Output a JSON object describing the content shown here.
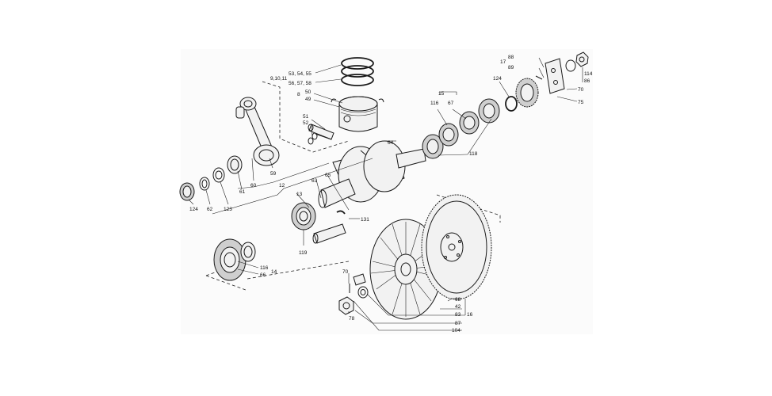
{
  "labels": {
    "l53": "53, 54, 55",
    "l910": "9,10,11",
    "l56": "56, 57, 58",
    "l8": "8",
    "l50": "50",
    "l49": "49",
    "l51": "51",
    "l52": "52",
    "l15": "15",
    "l116a": "116",
    "l67": "67",
    "l118": "118",
    "l124a": "124",
    "l17": "17",
    "l88": "88",
    "l89": "89",
    "l114": "114",
    "l86": "86",
    "l70a": "70",
    "l75": "75",
    "l64": "64",
    "l59": "59",
    "l60": "60",
    "l61": "61",
    "l12": "12",
    "l13": "13",
    "l63": "63",
    "l65": "65",
    "l131": "131",
    "l119": "119",
    "l124b": "124",
    "l62": "62",
    "l123": "123",
    "l116b": "116",
    "l14": "14",
    "l66": "66",
    "l70b": "70",
    "l78": "78",
    "l68": "68",
    "l42": "42",
    "l83": "83",
    "l16": "16",
    "l87": "87",
    "l104": "104"
  }
}
